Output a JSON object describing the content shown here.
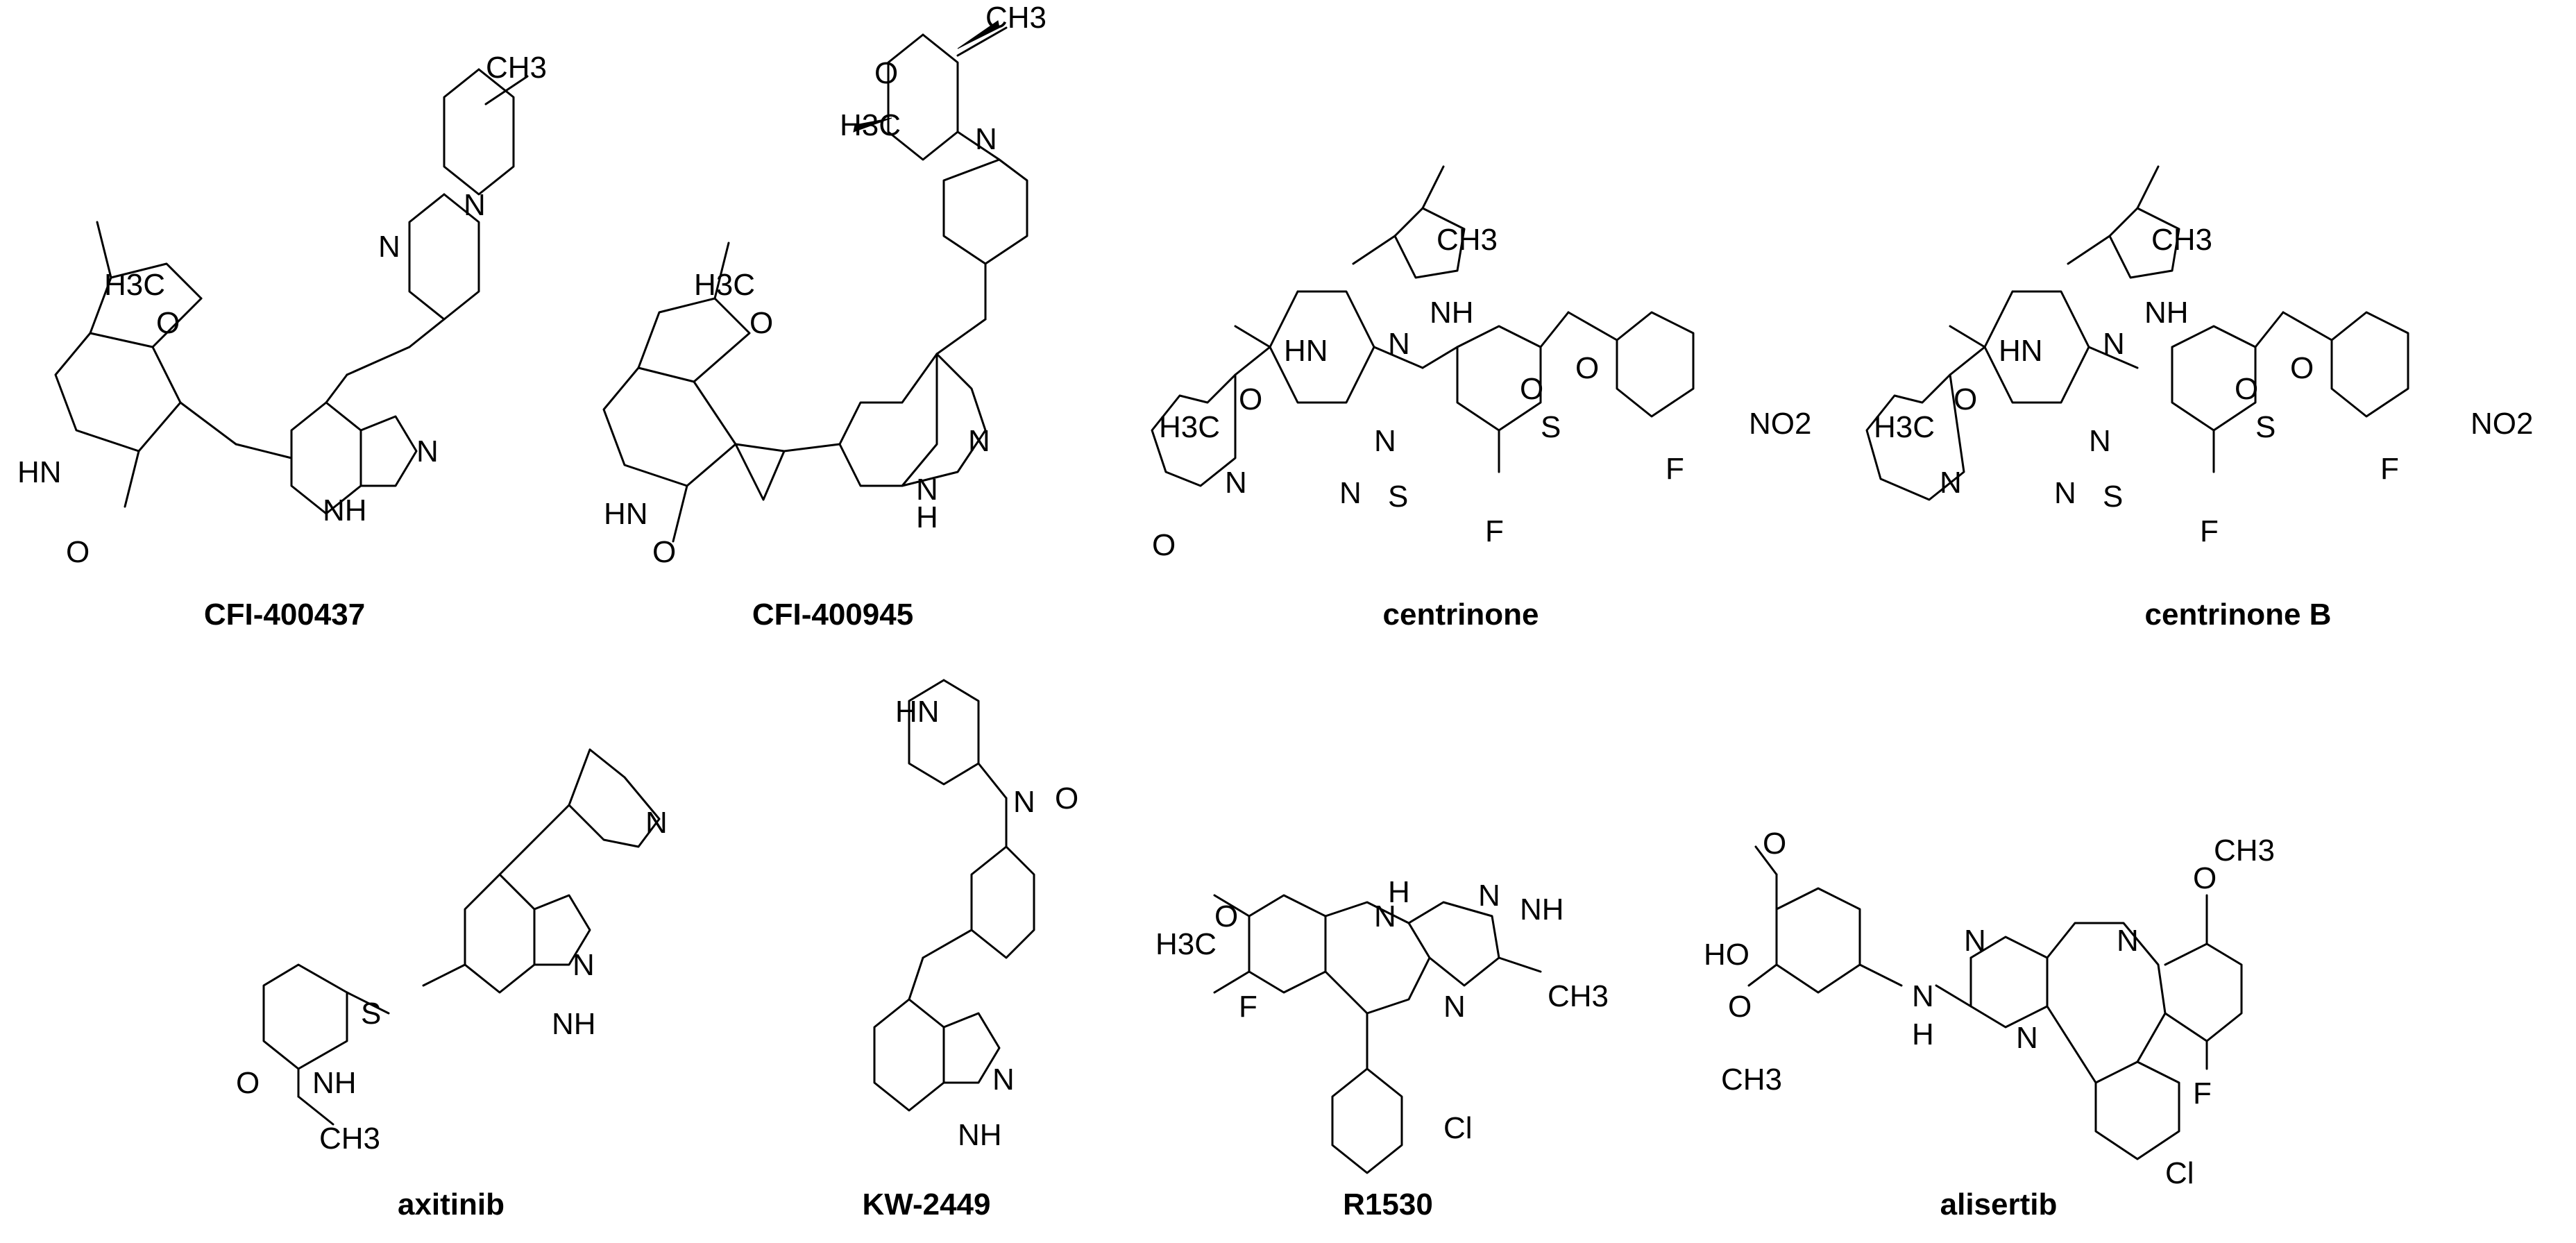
{
  "figure": {
    "compounds": [
      {
        "name": "CFI-400437"
      },
      {
        "name": "CFI-400945"
      },
      {
        "name": "centrinone"
      },
      {
        "name": "centrinone B"
      },
      {
        "name": "axitinib"
      },
      {
        "name": "KW-2449"
      },
      {
        "name": "R1530"
      },
      {
        "name": "alisertib"
      }
    ]
  },
  "atoms": {
    "CH3": "CH3",
    "H3C": "H3C",
    "N": "N",
    "NH": "NH",
    "HN": "HN",
    "H": "H",
    "O": "O",
    "S": "S",
    "F": "F",
    "Cl": "Cl",
    "NO2": "NO2",
    "HO": "HO"
  }
}
